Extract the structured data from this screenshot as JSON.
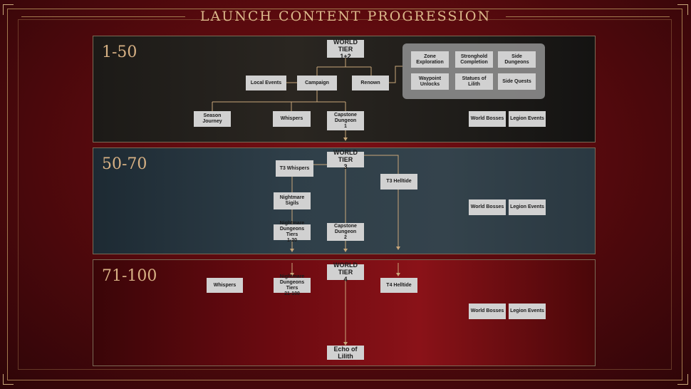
{
  "title": "LAUNCH CONTENT PROGRESSION",
  "colors": {
    "frame": "#a27b4e",
    "title": "#dcb98b",
    "node_bg": "#d1d1d1",
    "connector": "#c9a77a"
  },
  "panels": [
    {
      "level": "1-50",
      "nodes": {
        "world_tier": "WORLD TIER\n1+2",
        "local_events": "Local Events",
        "campaign": "Campaign",
        "renown": "Renown",
        "season_journey": "Season\nJourney",
        "whispers": "Whispers",
        "capstone": "Capstone\nDungeon\n1",
        "zone_exploration": "Zone\nExploration",
        "stronghold_completion": "Stronghold\nCompletion",
        "side_dungeons": "Side\nDungeons",
        "waypoint_unlocks": "Waypoint\nUnlocks",
        "statues_of_lilith": "Statues of\nLilith",
        "side_quests": "Side Quests",
        "world_bosses": "World Bosses",
        "legion_events": "Legion Events"
      }
    },
    {
      "level": "50-70",
      "nodes": {
        "world_tier": "WORLD TIER\n3",
        "t3_whispers": "T3 Whispers",
        "t3_helltide": "T3 Helltide",
        "nightmare_sigils": "Nightmare\nSigils",
        "nightmare_dungeons": "Nightmare\nDungeons Tiers\n1-20",
        "capstone": "Capstone\nDungeon\n2",
        "world_bosses": "World Bosses",
        "legion_events": "Legion Events"
      }
    },
    {
      "level": "71-100",
      "nodes": {
        "whispers": "Whispers",
        "nightmare_dungeons": "Nightmare\nDungeons Tiers\n21-100",
        "world_tier": "WORLD TIER\n4",
        "t4_helltide": "T4 Helltide",
        "echo_of_lilith": "Echo of Lilith",
        "world_bosses": "World Bosses",
        "legion_events": "Legion Events"
      }
    }
  ]
}
